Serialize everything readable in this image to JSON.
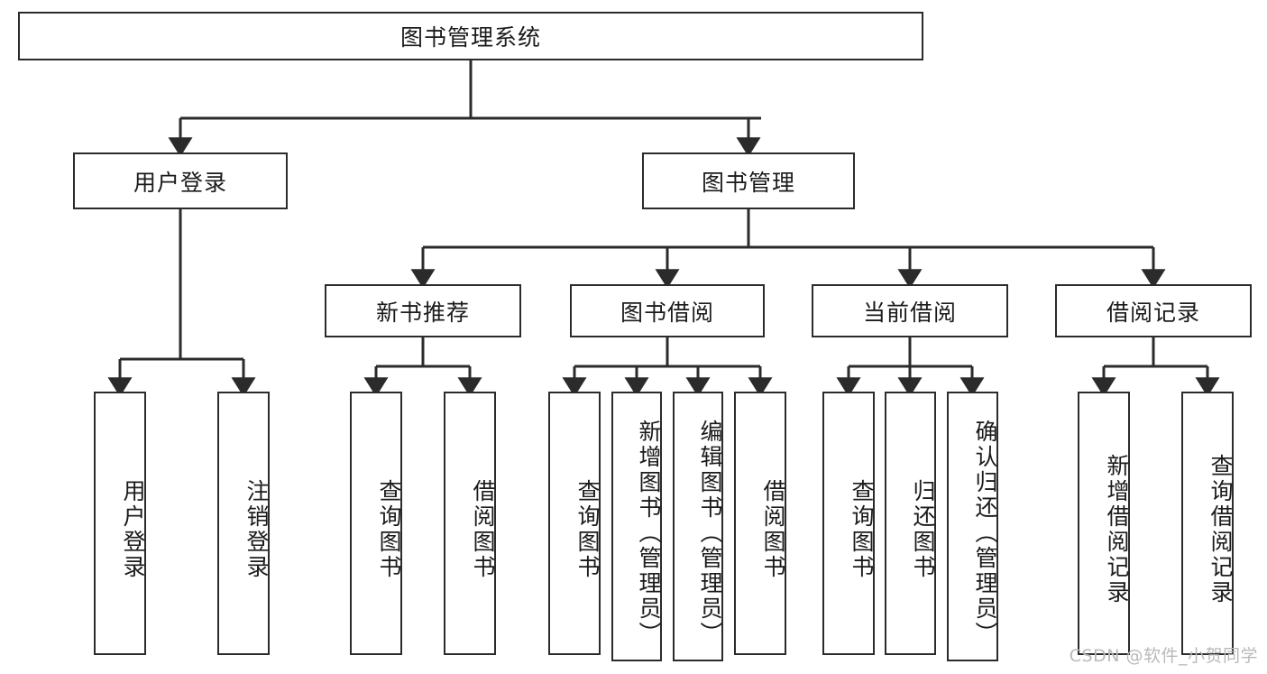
{
  "diagram": {
    "title": "图书管理系统",
    "type": "tree-hierarchy",
    "orientation": "top-down",
    "colors": {
      "box_border": "#2b2b2b",
      "box_fill": "#ffffff",
      "connector": "#2b2b2b",
      "text": "#1b1b1b",
      "watermark": "#b9b9b9",
      "background": "#ffffff"
    },
    "root": {
      "label": "图书管理系统"
    },
    "level2": [
      {
        "label": "用户登录"
      },
      {
        "label": "图书管理"
      }
    ],
    "level3": [
      {
        "label": "新书推荐"
      },
      {
        "label": "图书借阅"
      },
      {
        "label": "当前借阅"
      },
      {
        "label": "借阅记录"
      }
    ],
    "leaves": {
      "user_login": [
        {
          "label": "用户登录"
        },
        {
          "label": "注销登录"
        }
      ],
      "new_book_recommend": [
        {
          "label": "查询图书"
        },
        {
          "label": "借阅图书"
        }
      ],
      "book_borrow": [
        {
          "label": "查询图书"
        },
        {
          "label": "新增图书（管理员）"
        },
        {
          "label": "编辑图书（管理员）"
        },
        {
          "label": "借阅图书"
        }
      ],
      "current_borrow": [
        {
          "label": "查询图书"
        },
        {
          "label": "归还图书"
        },
        {
          "label": "确认归还（管理员）"
        }
      ],
      "borrow_record": [
        {
          "label": "新增借阅记录"
        },
        {
          "label": "查询借阅记录"
        }
      ]
    }
  },
  "watermark": {
    "text": "CSDN @软件_小贺同学"
  }
}
